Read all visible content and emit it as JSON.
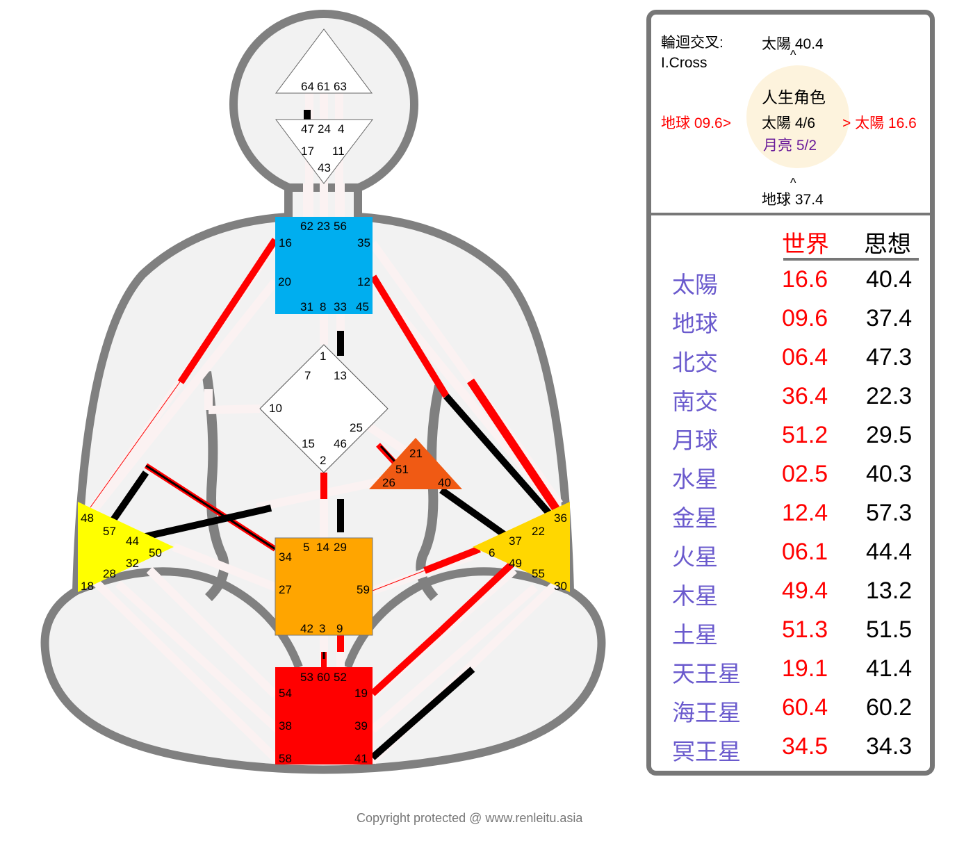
{
  "cross": {
    "title": "輪迴交叉:",
    "subtitle": "I.Cross",
    "top": "太陽 40.4",
    "top_caret": "^",
    "left": "地球 09.6>",
    "right": "> 太陽 16.6",
    "bottom_caret": "^",
    "bottom": "地球 37.4",
    "role_title": "人生角色",
    "role_sun": "太陽 4/6",
    "role_moon": "月亮 5/2"
  },
  "table": {
    "col_world": "世界",
    "col_thought": "思想",
    "rows": [
      {
        "planet": "太陽",
        "world": "16.6",
        "thought": "40.4"
      },
      {
        "planet": "地球",
        "world": "09.6",
        "thought": "37.4"
      },
      {
        "planet": "北交",
        "world": "06.4",
        "thought": "47.3"
      },
      {
        "planet": "南交",
        "world": "36.4",
        "thought": "22.3"
      },
      {
        "planet": "月球",
        "world": "51.2",
        "thought": "29.5"
      },
      {
        "planet": "水星",
        "world": "02.5",
        "thought": "40.3"
      },
      {
        "planet": "金星",
        "world": "12.4",
        "thought": "57.3"
      },
      {
        "planet": "火星",
        "world": "06.1",
        "thought": "44.4"
      },
      {
        "planet": "木星",
        "world": "49.4",
        "thought": "13.2"
      },
      {
        "planet": "土星",
        "world": "51.3",
        "thought": "51.5"
      },
      {
        "planet": "天王星",
        "world": "19.1",
        "thought": "41.4"
      },
      {
        "planet": "海王星",
        "world": "60.4",
        "thought": "60.2"
      },
      {
        "planet": "冥王星",
        "world": "34.5",
        "thought": "34.3"
      }
    ]
  },
  "gates": {
    "head": [
      "64",
      "61",
      "63"
    ],
    "ajna": [
      "47",
      "24",
      "4",
      "17",
      "11",
      "43"
    ],
    "throat": [
      "62",
      "23",
      "56",
      "16",
      "35",
      "20",
      "12",
      "31",
      "8",
      "33",
      "45"
    ],
    "g": [
      "1",
      "7",
      "13",
      "10",
      "25",
      "15",
      "46",
      "2"
    ],
    "ego": [
      "21",
      "51",
      "26",
      "40"
    ],
    "spleen": [
      "48",
      "57",
      "44",
      "50",
      "32",
      "28",
      "18"
    ],
    "sp": [
      "36",
      "22",
      "37",
      "6",
      "49",
      "55",
      "30"
    ],
    "sacral": [
      "5",
      "14",
      "29",
      "34",
      "27",
      "59",
      "42",
      "3",
      "9"
    ],
    "root": [
      "53",
      "60",
      "52",
      "54",
      "19",
      "38",
      "39",
      "58",
      "41"
    ]
  },
  "colors": {
    "outline": "#808080",
    "head": "#ffffff",
    "ajna": "#ffffff",
    "throat": "#00aeef",
    "g": "#ffffff",
    "ego": "#f05a14",
    "spleen": "#ffff00",
    "sp": "#ffd700",
    "sacral": "#ffa500",
    "root": "#ff0000",
    "channel_inactive": "#fbf2f2",
    "design": "#ff0000",
    "personality": "#000000"
  },
  "footer": {
    "copyright": "Copyright protected @ www.renleitu.asia"
  }
}
